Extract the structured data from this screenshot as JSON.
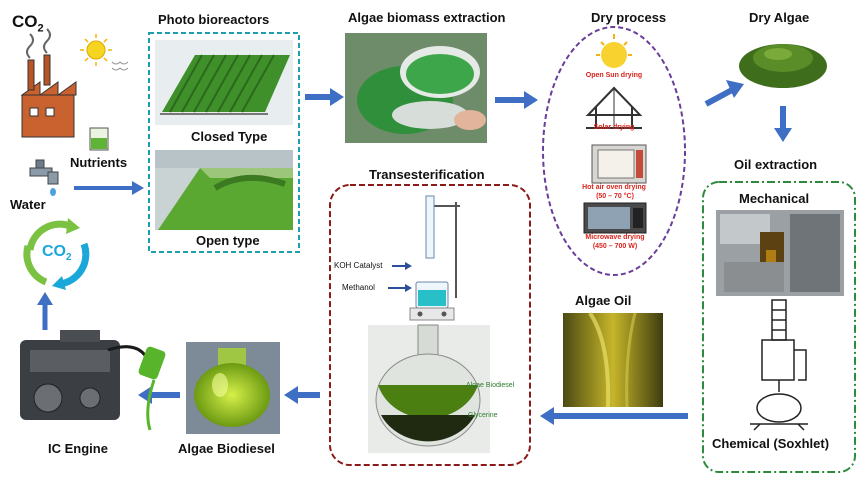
{
  "labels": {
    "co2": "CO",
    "co2_sub": "2",
    "photo_bioreactors": "Photo bioreactors",
    "closed_type": "Closed Type",
    "open_type": "Open type",
    "biomass_extraction": "Algae biomass extraction",
    "dry_process": "Dry process",
    "dry_algae": "Dry Algae",
    "oil_extraction": "Oil extraction",
    "mechanical": "Mechanical",
    "chemical": "Chemical (Soxhlet)",
    "algae_oil": "Algae Oil",
    "transesterification": "Transesterification",
    "koh_catalyst": "KOH Catalyst",
    "methanol": "Methanol",
    "algae_biodiesel_layer": "Algae Biodiesel",
    "glycerine": "Glycerine",
    "algae_biodiesel": "Algae Biodiesel",
    "ic_engine": "IC Engine",
    "nutrients": "Nutrients",
    "water": "Water",
    "cycle_co2": "CO",
    "cycle_co2_sub": "2"
  },
  "drying_methods": {
    "open_sun": "Open Sun drying",
    "solar": "Solar drying",
    "hot_air_oven": "Hot air oven drying",
    "hot_air_oven_temp": "(50 – 70 °C)",
    "microwave": "Microwave drying",
    "microwave_power": "(450 – 700 W)"
  },
  "colors": {
    "arrow_blue": "#3f6fc4",
    "bioreactor_border": "#1e9fb0",
    "dry_border": "#6a3d9a",
    "trans_border": "#8b1a1a",
    "oil_border": "#2e8b3e",
    "cycle_green": "#7cc242",
    "cycle_blue": "#1aa7d9"
  }
}
